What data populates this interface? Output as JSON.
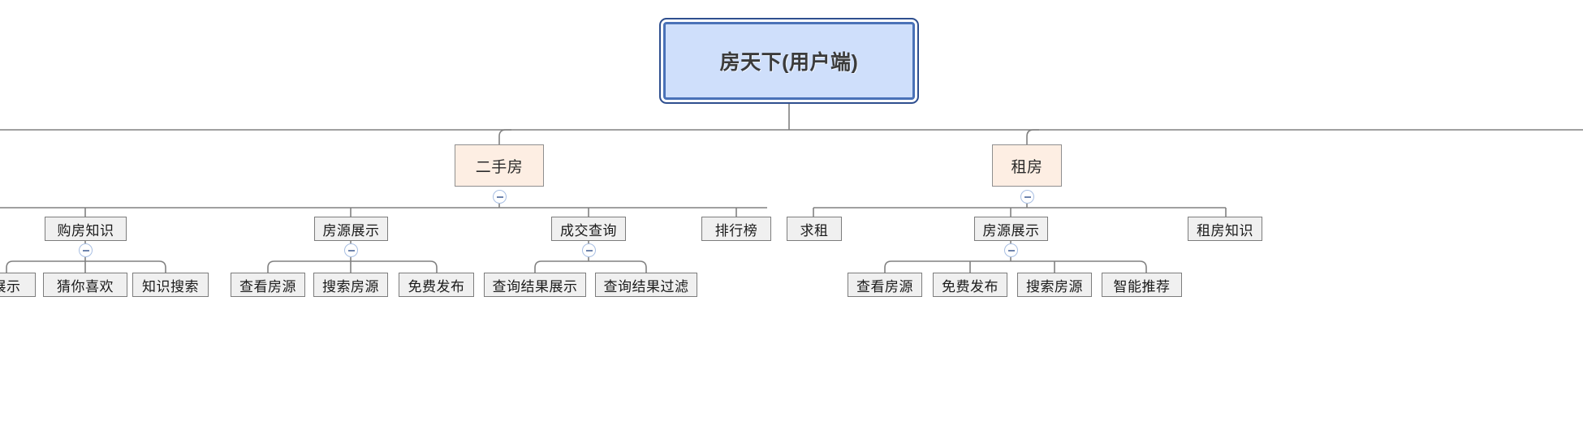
{
  "diagram": {
    "type": "mind-map",
    "title": "房天下(用户端)",
    "colors": {
      "root_fill": "#cfdffb",
      "root_border": "#4a72b8",
      "category_fill": "#fdeee3",
      "category_border": "#8f8f8f",
      "node_fill": "#f0f0f0",
      "node_border": "#7d7d7d",
      "connector": "#808080",
      "toggle_border": "#a8bfe3",
      "canvas": "#ffffff"
    }
  },
  "root": {
    "label": "房天下(用户端)"
  },
  "categories": [
    {
      "label": "二手房",
      "toggle": "collapse-toggle-minus",
      "children": [
        {
          "label": "购房知识",
          "toggle": "collapse-toggle-minus",
          "children": [
            {
              "label": "展示"
            },
            {
              "label": "猜你喜欢"
            },
            {
              "label": "知识搜索"
            }
          ]
        },
        {
          "label": "房源展示",
          "toggle": "collapse-toggle-minus",
          "children": [
            {
              "label": "查看房源"
            },
            {
              "label": "搜索房源"
            },
            {
              "label": "免费发布"
            }
          ]
        },
        {
          "label": "成交查询",
          "toggle": "collapse-toggle-minus",
          "children": [
            {
              "label": "查询结果展示"
            },
            {
              "label": "查询结果过滤"
            }
          ]
        },
        {
          "label": "排行榜",
          "children": []
        }
      ]
    },
    {
      "label": "租房",
      "toggle": "collapse-toggle-minus",
      "children": [
        {
          "label": "求租",
          "children": []
        },
        {
          "label": "房源展示",
          "toggle": "collapse-toggle-minus",
          "children": [
            {
              "label": "查看房源"
            },
            {
              "label": "免费发布"
            },
            {
              "label": "搜索房源"
            },
            {
              "label": "智能推荐"
            }
          ]
        },
        {
          "label": "租房知识",
          "children": []
        }
      ]
    }
  ],
  "toggles": {
    "minus_glyph": "−"
  }
}
